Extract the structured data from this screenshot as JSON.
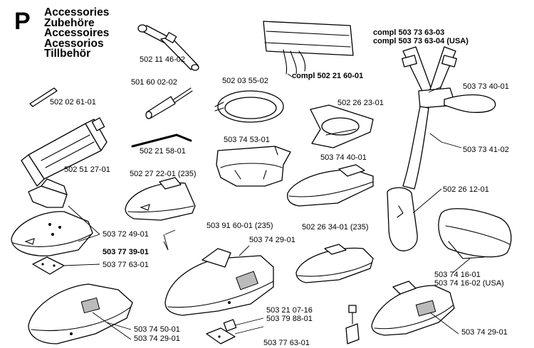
{
  "section": {
    "letter": "P",
    "titles": [
      "Accessories",
      "Zubehöre",
      "Accessoires",
      "Acessorios",
      "Tillbehör"
    ]
  },
  "parts": [
    {
      "id": "wrench",
      "label": "502 11 46-02",
      "bold": false
    },
    {
      "id": "bag",
      "label": "compl 502 21 60-01",
      "bold": true
    },
    {
      "id": "harness-a",
      "label": "compl 503 73 63-03",
      "bold": true
    },
    {
      "id": "harness-b",
      "label": "compl 503 73 63-04 (USA)",
      "bold": true
    },
    {
      "id": "screwdriver",
      "label": "501 60 02-02",
      "bold": false
    },
    {
      "id": "ring-clip",
      "label": "502 03 55-02",
      "bold": false
    },
    {
      "id": "rod",
      "label": "502 02 61-01",
      "bold": false
    },
    {
      "id": "harness-strap",
      "label": "503 73 40-01",
      "bold": false
    },
    {
      "id": "plate",
      "label": "502 26 23-01",
      "bold": false
    },
    {
      "id": "grease-tube",
      "label": "502 51 27-01",
      "bold": false
    },
    {
      "id": "allen-key",
      "label": "502 21 58-01",
      "bold": false
    },
    {
      "id": "support-cup",
      "label": "503 74 53-01",
      "bold": false
    },
    {
      "id": "harness-hook",
      "label": "503 73 41-02",
      "bold": false
    },
    {
      "id": "guard-2",
      "label": "503 74 40-01",
      "bold": false
    },
    {
      "id": "guard-small",
      "label": "502 27 22-01 (235)",
      "bold": false
    },
    {
      "id": "hip-pad",
      "label": "502 26 12-01",
      "bold": false
    },
    {
      "id": "bracket-a",
      "label": "503 72 49-01",
      "bold": false
    },
    {
      "id": "bracket-kit",
      "label": "503 77 39-01",
      "bold": true
    },
    {
      "id": "bracket-plate",
      "label": "503 77 63-01",
      "bold": false
    },
    {
      "id": "guard-large",
      "label": "503 91 60-01 (235)",
      "bold": false
    },
    {
      "id": "guard-3",
      "label": "502 26 34-01 (235)",
      "bold": false
    },
    {
      "id": "guard-large-plate",
      "label": "503 74 29-01",
      "bold": false
    },
    {
      "id": "carry-bag-a",
      "label": "503 74 16-01",
      "bold": false
    },
    {
      "id": "carry-bag-b",
      "label": "503 74 16-02 (USA)",
      "bold": false
    },
    {
      "id": "screw",
      "label": "503 21 07-16",
      "bold": false
    },
    {
      "id": "clip",
      "label": "503 79 88-01",
      "bold": false
    },
    {
      "id": "guard-bl",
      "label": "503 74 50-01",
      "bold": false
    },
    {
      "id": "guard-bl-plate",
      "label": "503 74 29-01",
      "bold": false
    },
    {
      "id": "plate-bottom",
      "label": "503 77 63-01",
      "bold": false
    },
    {
      "id": "guard-br-plate",
      "label": "503 74 29-01",
      "bold": false
    }
  ]
}
